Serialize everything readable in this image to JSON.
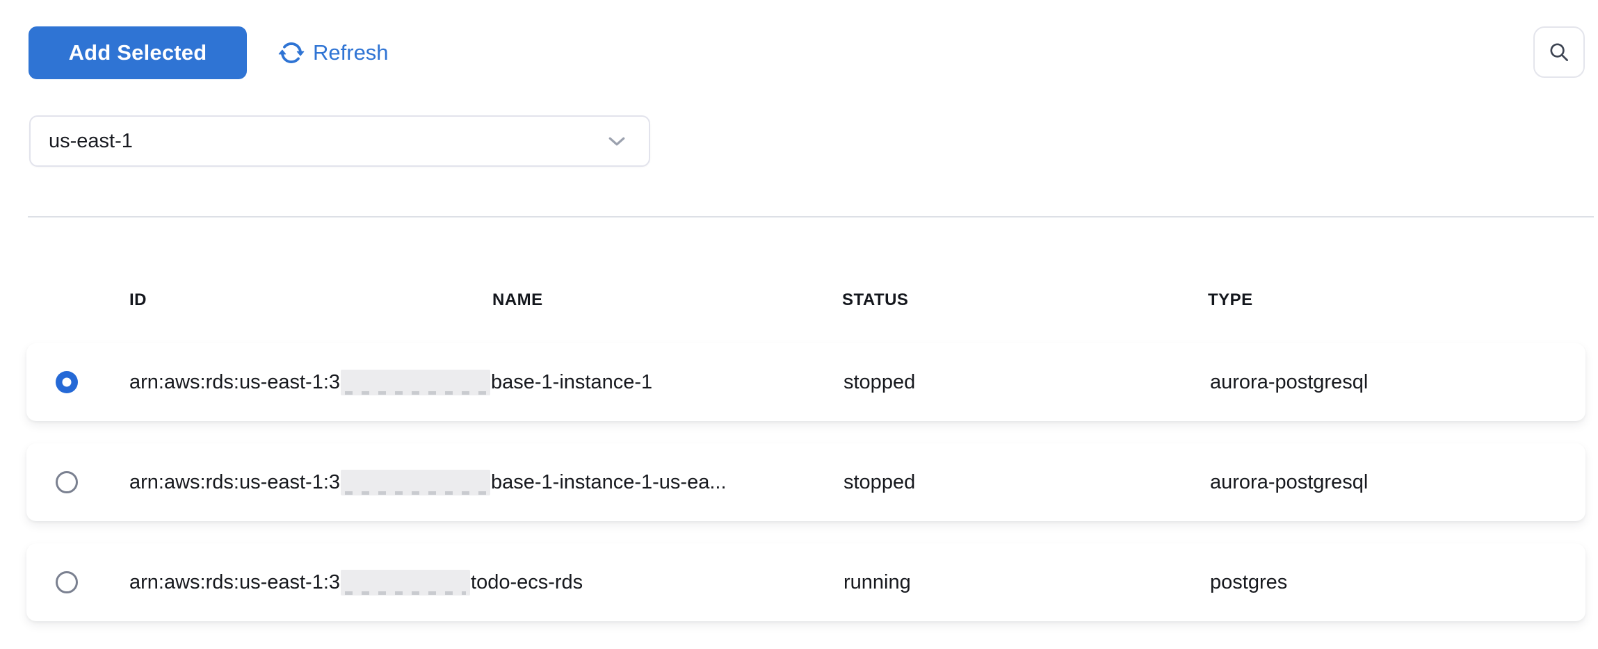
{
  "colors": {
    "accent_blue": "#2f74d4",
    "radio_blue": "#2569d6",
    "divider_gray": "#dde0e6",
    "redaction_gray": "#ececee"
  },
  "toolbar": {
    "add_selected": "Add Selected",
    "refresh": "Refresh"
  },
  "region_dropdown": {
    "selected_value": "us-east-1"
  },
  "table": {
    "columns": [
      "ID",
      "NAME",
      "STATUS",
      "TYPE"
    ],
    "rows": [
      {
        "selected": true,
        "id_prefix": "arn:aws:rds:us-east-1:3",
        "id_redacted": true,
        "id_suffix": "base-1-instance-1",
        "status": "stopped",
        "type": "aurora-postgresql"
      },
      {
        "selected": false,
        "id_prefix": "arn:aws:rds:us-east-1:3",
        "id_redacted": true,
        "id_suffix": "base-1-instance-1-us-ea...",
        "status": "stopped",
        "type": "aurora-postgresql"
      },
      {
        "selected": false,
        "id_prefix": "arn:aws:rds:us-east-1:3",
        "id_redacted": true,
        "id_suffix": "todo-ecs-rds",
        "status": "running",
        "type": "postgres"
      }
    ]
  },
  "icons": {
    "refresh": "circular-arrows",
    "search": "magnifier",
    "dropdown": "chevron-down"
  }
}
